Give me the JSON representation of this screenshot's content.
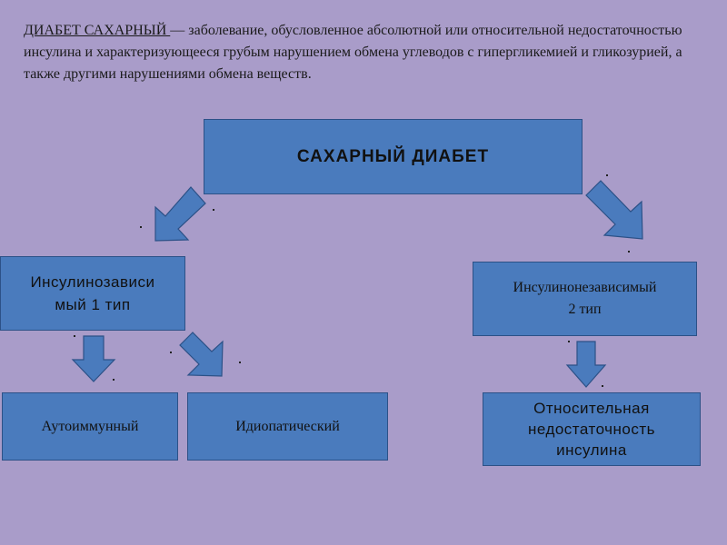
{
  "intro": {
    "term": "ДИАБЕТ САХАРНЫЙ ",
    "text": "— заболевание, обусловленное абсолютной или относительной недостаточностью инсулина и характеризующееся грубым нарушением обмена углеводов с гипергликемией и гликозурией, а также другими нарушениями обмена веществ."
  },
  "diagram": {
    "root": "САХАРНЫЙ ДИАБЕТ",
    "type1": {
      "line1": "Инсулинозависи",
      "line2": "мый 1 тип"
    },
    "type2": {
      "line1": "Инсулинонезависимый",
      "line2": "2 тип"
    },
    "autoimmune": "Аутоиммунный",
    "idiopathic": "Идиопатический",
    "relative": {
      "line1": "Относительная",
      "line2": "недостаточность",
      "line3": "инсулина"
    }
  },
  "colors": {
    "background": "#a99cc9",
    "box_fill": "#4a7bbd",
    "box_border": "#2c5187"
  }
}
